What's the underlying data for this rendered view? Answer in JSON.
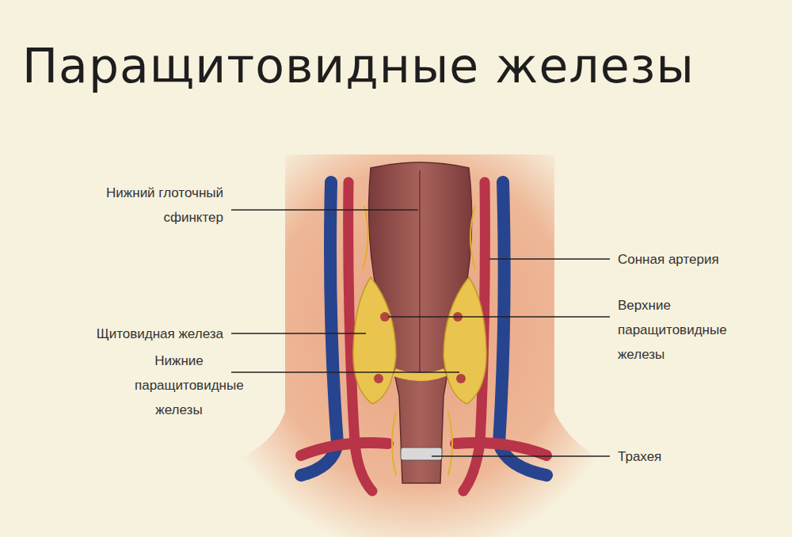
{
  "diagram": {
    "title": "Паращитовидные железы",
    "labels": [
      "Нижний глоточный сфинктер",
      "Щитовидная железа",
      "Нижние паращитовидные железы",
      "Сонная артерия",
      "Верхние паращитовидные железы",
      "Трахея"
    ]
  }
}
